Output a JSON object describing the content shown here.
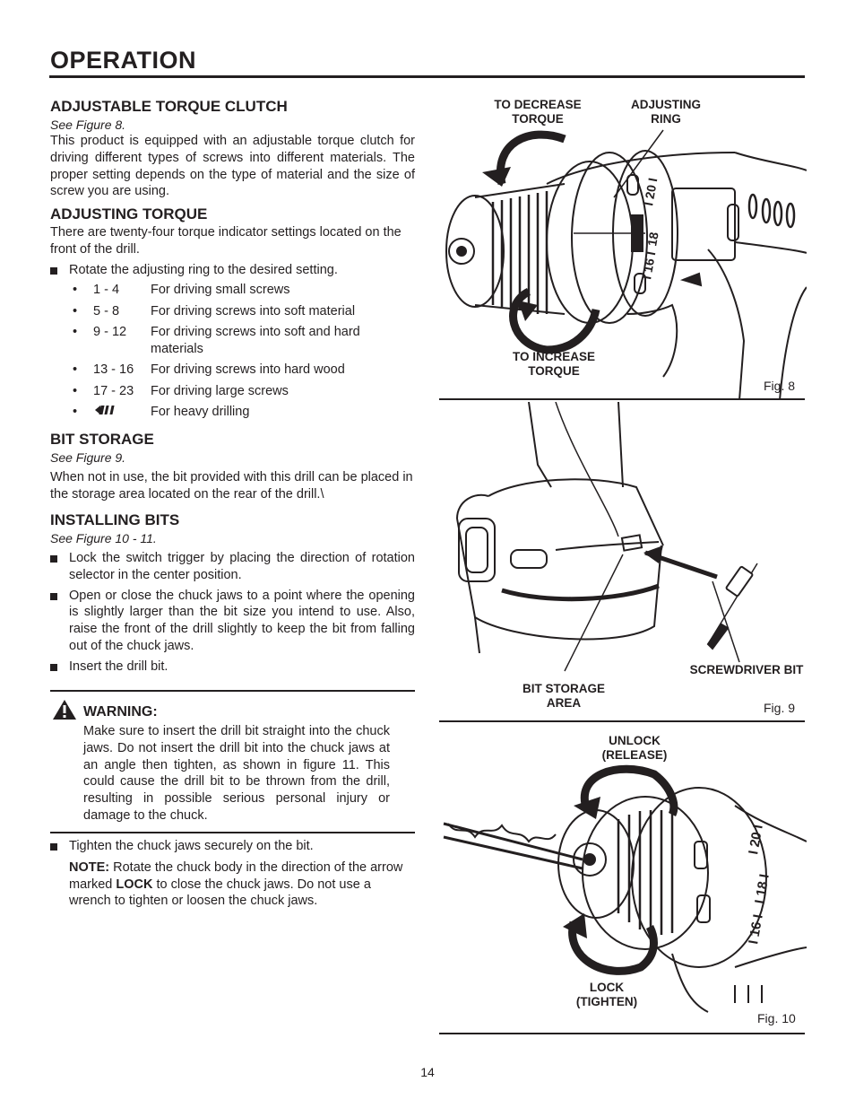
{
  "page_title": "OPERATION",
  "page_number": "14",
  "clutch": {
    "heading": "ADJUSTABLE TORQUE CLUTCH",
    "ref": "See Figure 8.",
    "body": "This product is equipped with an adjustable torque clutch for driving different types of screws into different materials. The proper setting depends on the type of material and the size of screw you are using."
  },
  "adjusting": {
    "heading": "ADJUSTING TORQUE",
    "body": "There are twenty-four torque indicator settings located on the front of the drill.",
    "bullet": "Rotate the adjusting ring to the desired setting.",
    "settings": [
      {
        "range": "1 - 4",
        "desc": "For driving small screws"
      },
      {
        "range": "5 - 8",
        "desc": "For driving screws into soft material"
      },
      {
        "range": "9 - 12",
        "desc": "For driving screws into soft and hard materials"
      },
      {
        "range": "13 - 16",
        "desc": "For driving screws into hard wood"
      },
      {
        "range": "17 - 23",
        "desc": "For driving large screws"
      },
      {
        "range": "",
        "desc": "For heavy drilling"
      }
    ]
  },
  "bit_storage": {
    "heading": "BIT STORAGE",
    "ref": "See Figure 9.",
    "body": "When not in use, the bit provided with this drill can be placed in the storage area located on the rear of the drill.\\"
  },
  "installing": {
    "heading": "INSTALLING BITS",
    "ref": "See Figure 10 - 11.",
    "bullets": [
      "Lock the switch trigger by placing the direction of rotation selector in the center position.",
      "Open or close the chuck jaws to a point where the opening is slightly larger than the bit size you intend to use. Also, raise the front of the drill slightly to keep the bit from falling out of the chuck jaws.",
      "Insert the drill bit."
    ]
  },
  "warning": {
    "label": "WARNING:",
    "body": "Make sure to insert the drill bit straight into the chuck jaws. Do not insert the drill bit into the chuck jaws at an angle then tighten, as shown in figure 11. This could cause the drill bit to be thrown from the drill, resulting in possible serious personal injury or damage to the chuck."
  },
  "tighten": {
    "bullet": "Tighten the chuck jaws securely on the bit.",
    "note_label": "NOTE:",
    "note_pre": "Rotate the chuck body in the direction of the arrow marked",
    "note_bold": "LOCK",
    "note_post": "to close the chuck jaws. Do not use a wrench to tighten or loosen the chuck jaws."
  },
  "fig8": {
    "label": "Fig. 8",
    "decrease": "TO DECREASE\nTORQUE",
    "ring": "ADJUSTING\nRING",
    "increase": "TO INCREASE\nTORQUE"
  },
  "fig9": {
    "label": "Fig. 9",
    "storage": "BIT STORAGE AREA",
    "bit": "SCREWDRIVER BIT"
  },
  "fig10": {
    "label": "Fig. 10",
    "unlock": "UNLOCK\n(RELEASE)",
    "lock": "LOCK\n(TIGHTEN)"
  }
}
